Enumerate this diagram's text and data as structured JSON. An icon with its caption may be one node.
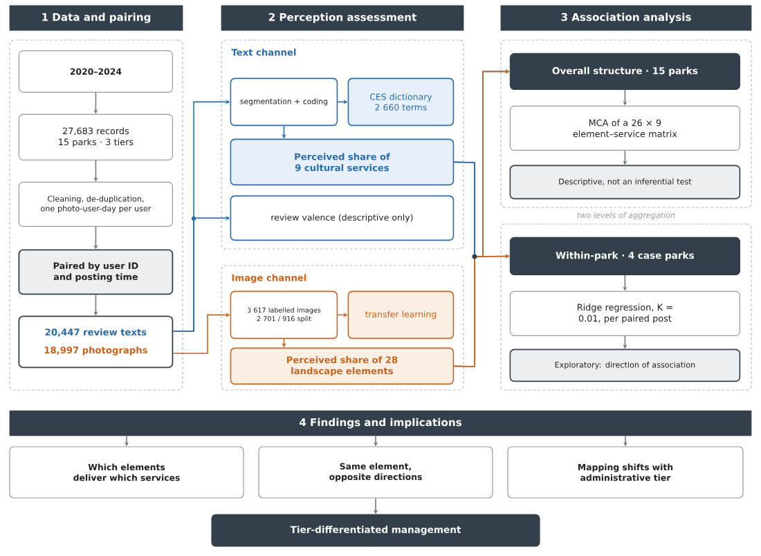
{
  "diagram": {
    "nodes": [
      {
        "text": [
          "1  Data and pairing"
        ]
      },
      {
        "text": [
          "2  Perception assessment"
        ]
      },
      {
        "text": [
          "3  Association analysis"
        ]
      },
      {
        "text": [],
        "shape": "box"
      },
      {
        "text": [
          "2020–2024"
        ],
        "in": 3
      },
      {
        "text": [
          "27,683 records 15 parks · 3 tiers"
        ],
        "in": 3
      },
      {
        "text": [
          "Cleaning, de-duplication, one photo-user-day per user"
        ],
        "in": 3
      },
      {
        "text": [
          "Paired by user ID and posting time"
        ],
        "in": 3
      },
      {
        "text": [
          "20,447 review texts",
          "18,997 photographs"
        ],
        "in": 3
      },
      {
        "text": [
          "Text channel"
        ]
      },
      {
        "text": [
          "segmentation + coding"
        ],
        "in": 9
      },
      {
        "text": [
          "CES dictionary 2 660 terms"
        ],
        "in": 9
      },
      {
        "text": [
          "Perceived share of 9 cultural services"
        ],
        "in": 9
      },
      {
        "text": [
          "review valence (descriptive only)"
        ],
        "in": 9
      },
      {
        "text": [
          "Image channel"
        ]
      },
      {
        "text": [
          "3 617 labelled images 2 701 / 916 split"
        ],
        "in": 14
      },
      {
        "text": [
          "transfer learning"
        ],
        "in": 14
      },
      {
        "text": [
          "Perceived share of 28 landscape elements"
        ],
        "in": 14
      },
      {
        "text": [],
        "shape": "box"
      },
      {
        "text": [
          "Overall structure · 15 parks"
        ],
        "in": 18
      },
      {
        "text": [
          "MCA of a 26 × 9 element–service matrix"
        ],
        "in": 18
      },
      {
        "text": [
          "Descriptive, not an inferential test"
        ],
        "in": 18
      },
      {
        "text": [],
        "shape": "box"
      },
      {
        "text": [
          "Within-park · 4 case parks"
        ],
        "in": 22
      },
      {
        "text": [
          "Ridge regression, K = 0.01, per paired post"
        ],
        "in": 22
      },
      {
        "text": [
          "Exploratory: direction of association"
        ],
        "in": 22
      },
      {
        "text": [
          "4  Findings and implications"
        ]
      },
      {
        "text": [
          "Which elements deliver which services"
        ]
      },
      {
        "text": [
          "Same element, opposite directions"
        ]
      },
      {
        "text": [
          "Mapping shifts with administrative tier"
        ]
      },
      {
        "text": [
          "Tier-differentiated management"
        ]
      }
    ],
    "edges": [
      {
        "from": 4,
        "to": 5,
        "arrow": "to"
      },
      {
        "from": 5,
        "to": 6,
        "arrow": "to"
      },
      {
        "from": 6,
        "to": 7,
        "arrow": "to"
      },
      {
        "from": 7,
        "to": 8,
        "arrow": "to"
      },
      {
        "from": 8,
        "to": 10,
        "arrow": "to",
        "color": "#2a6ca8"
      },
      {
        "from": 8,
        "to": 13,
        "arrow": "to",
        "color": "#2a6ca8"
      },
      {
        "from": 8,
        "to": 15,
        "arrow": "to",
        "color": "#c8641e"
      },
      {
        "from": 10,
        "to": 11,
        "arrow": "to",
        "color": "#2a6ca8"
      },
      {
        "from": 10,
        "to": 12,
        "arrow": "to",
        "color": "#2a6ca8"
      },
      {
        "from": 15,
        "to": 16,
        "arrow": "to",
        "color": "#c8641e"
      },
      {
        "from": 15,
        "to": 17,
        "arrow": "to",
        "color": "#c8641e"
      },
      {
        "from": 12,
        "to": 19,
        "arrow": "to",
        "color": "#2a6ca8"
      },
      {
        "from": 12,
        "to": 23,
        "arrow": "to",
        "color": "#2a6ca8"
      },
      {
        "from": 17,
        "to": 19,
        "arrow": "to",
        "color": "#c8641e"
      },
      {
        "from": 17,
        "to": 23,
        "arrow": "to",
        "color": "#c8641e"
      },
      {
        "from": 19,
        "to": 20,
        "arrow": "to"
      },
      {
        "from": 20,
        "to": 21,
        "arrow": "to"
      },
      {
        "from": 23,
        "to": 24,
        "arrow": "to"
      },
      {
        "from": 24,
        "to": 25,
        "arrow": "to"
      },
      {
        "from": 26,
        "to": 27,
        "arrow": "to"
      },
      {
        "from": 26,
        "to": 28,
        "arrow": "to"
      },
      {
        "from": 26,
        "to": 29,
        "arrow": "to"
      },
      {
        "from": 28,
        "to": 30,
        "arrow": "to"
      }
    ],
    "labels": [
      "two levels of aggregation"
    ]
  }
}
